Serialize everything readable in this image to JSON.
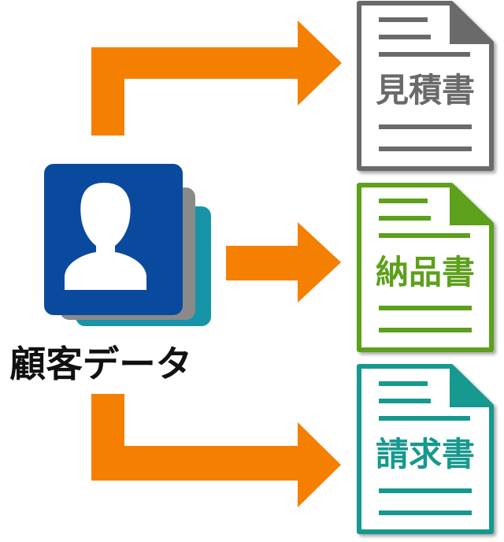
{
  "source": {
    "label": "顧客データ",
    "icon": "customer-card-stack-icon",
    "colors": {
      "front": "#0a4a9e",
      "middle": "#8a8a8a",
      "back": "#1794a8"
    }
  },
  "arrow_color": "#f57f00",
  "documents": [
    {
      "label": "見積書",
      "color": "#6a6a6a",
      "icon": "document-icon"
    },
    {
      "label": "納品書",
      "color": "#5da01c",
      "icon": "document-icon"
    },
    {
      "label": "請求書",
      "color": "#16998e",
      "icon": "document-icon"
    }
  ]
}
